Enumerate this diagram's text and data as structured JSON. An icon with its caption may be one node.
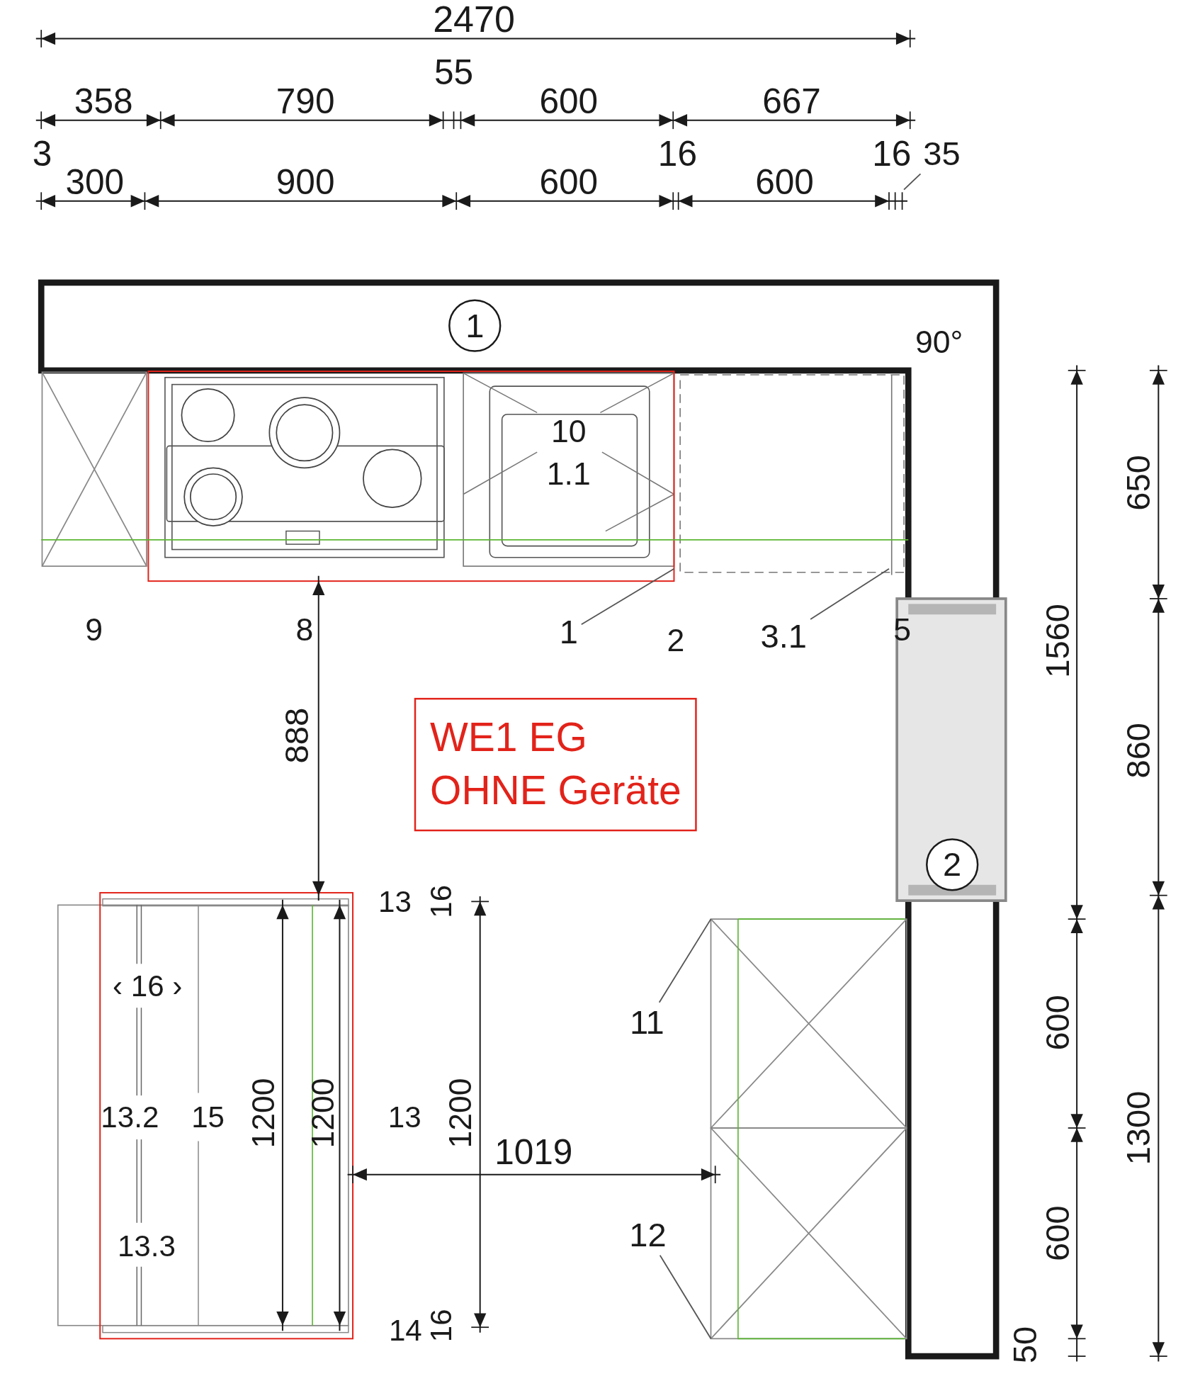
{
  "diagram": {
    "nodes": [
      {
        "text": [
          "1"
        ]
      },
      {
        "text": [
          "2"
        ]
      },
      {
        "text": [
          "WE1 EG",
          "OHNE Geräte"
        ]
      },
      {
        "text": [
          "1"
        ]
      },
      {
        "text": [
          "3.1"
        ]
      },
      {
        "text": [
          "11"
        ]
      },
      {
        "text": [
          "12"
        ]
      },
      {
        "text": [
          "35"
        ]
      },
      {
        "text": [],
        "shape": "box"
      },
      {
        "text": [],
        "shape": "box"
      },
      {
        "text": [],
        "shape": "box"
      },
      {
        "text": [],
        "shape": "box"
      }
    ],
    "edges": [
      {
        "from": 3,
        "to": 8,
        "arrow": "none"
      },
      {
        "from": 4,
        "to": 9,
        "arrow": "none"
      },
      {
        "from": 5,
        "to": 10,
        "arrow": "none"
      },
      {
        "from": 6,
        "to": 11,
        "arrow": "none"
      },
      {
        "from": 7,
        "to": null,
        "arrow": "none"
      }
    ],
    "labels": [
      "2470",
      "55",
      "358",
      "790",
      "600",
      "667",
      "3",
      "16",
      "16",
      "300",
      "900",
      "600",
      "600",
      "90°",
      "10",
      "1.1",
      "650",
      "9",
      "8",
      "5",
      "2",
      "1560",
      "888",
      "860",
      "13",
      "16",
      "‹ 16 ›",
      "600",
      "13.2",
      "15",
      "1200",
      "1200",
      "13",
      "1200",
      "1300",
      "1019",
      "13.3",
      "600",
      "14",
      "16",
      "50"
    ]
  }
}
